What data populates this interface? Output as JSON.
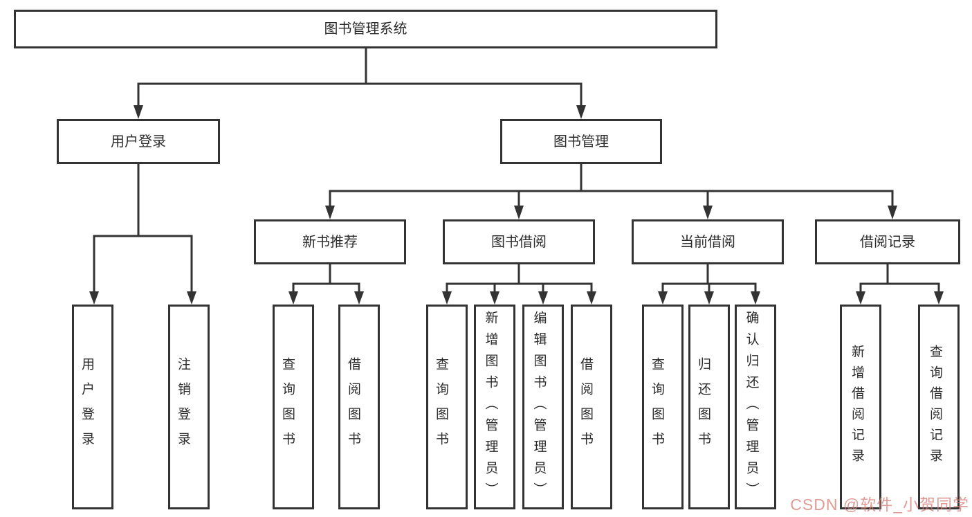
{
  "diagram": {
    "title": "图书管理系统",
    "colors": {
      "line": "#333333",
      "box_border": "#333333",
      "box_background": "#ffffff",
      "text": "#2b2b2b",
      "watermark": "#d67a73"
    },
    "nodes": {
      "root": {
        "label": "图书管理系统"
      },
      "userLogin": {
        "label": "用户登录"
      },
      "bookMgmt": {
        "label": "图书管理"
      },
      "newBooks": {
        "label": "新书推荐"
      },
      "bookBorrow": {
        "label": "图书借阅"
      },
      "currentBorrow": {
        "label": "当前借阅"
      },
      "borrowRecords": {
        "label": "借阅记录"
      },
      "leafUserLogin": {
        "label": "用户登录"
      },
      "leafLogout": {
        "label": "注销登录"
      },
      "leafNbQuery": {
        "label": "查询图书"
      },
      "leafNbBorrow": {
        "label": "借阅图书"
      },
      "leafBbQuery": {
        "label": "查询图书"
      },
      "leafBbAdd": {
        "label": "新增图书（管理员）"
      },
      "leafBbEdit": {
        "label": "编辑图书（管理员）"
      },
      "leafBbBorrow": {
        "label": "借阅图书"
      },
      "leafCbQuery": {
        "label": "查询图书"
      },
      "leafCbReturn": {
        "label": "归还图书"
      },
      "leafCbConfirm": {
        "label": "确认归还（管理员）"
      },
      "leafBrAdd": {
        "label": "新增借阅记录"
      },
      "leafBrQuery": {
        "label": "查询借阅记录"
      }
    },
    "watermark": "CSDN @软件_小贺同学"
  }
}
